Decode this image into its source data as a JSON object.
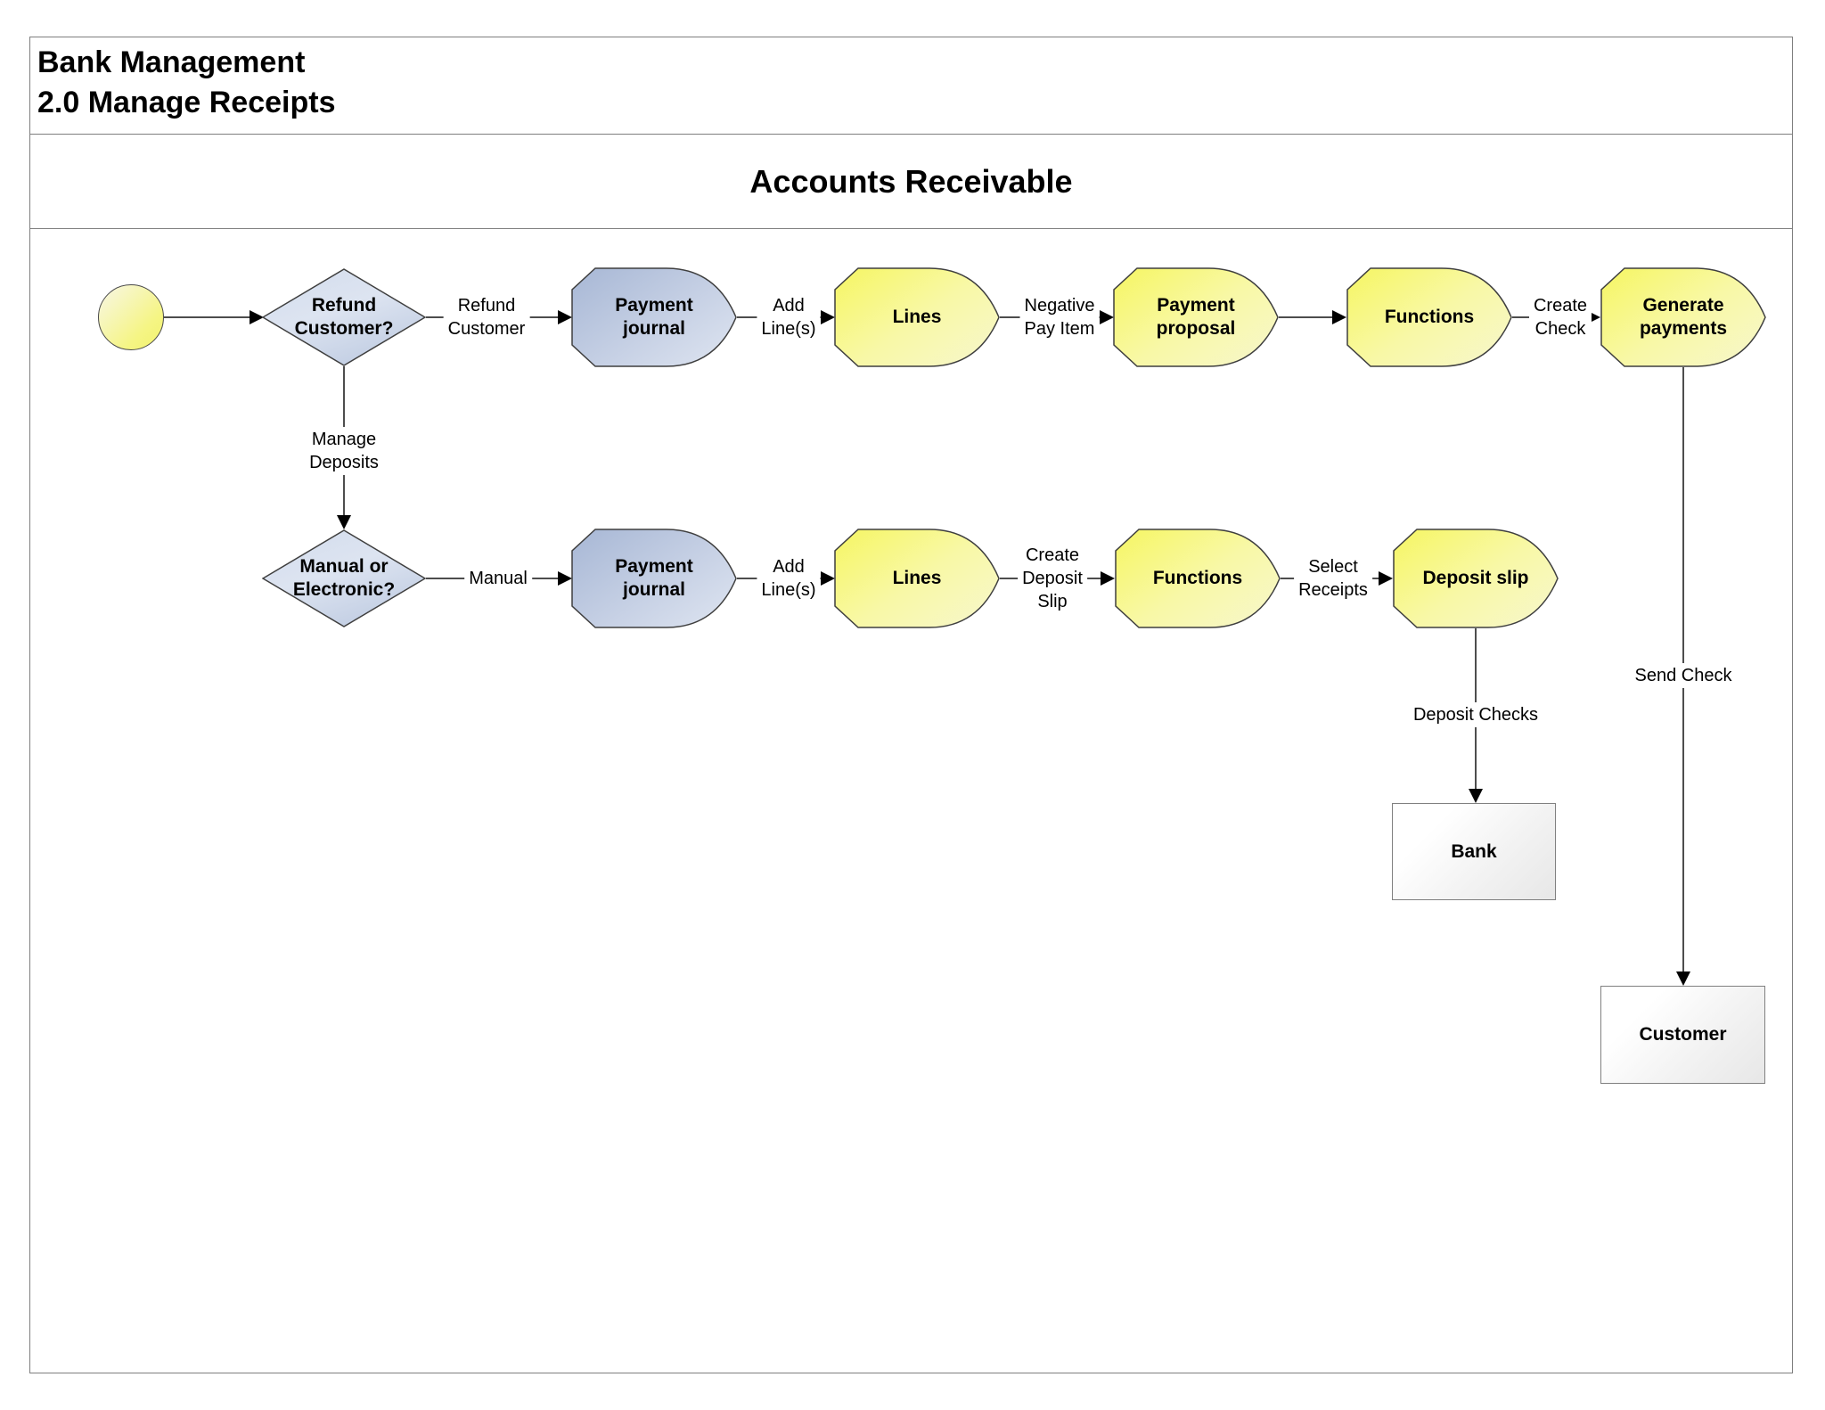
{
  "header": {
    "line1": "Bank Management",
    "line2": "2.0 Manage Receipts"
  },
  "lane": {
    "title": "Accounts Receivable"
  },
  "nodes": {
    "start": {
      "type": "start-circle"
    },
    "refund_decision": {
      "label": "Refund\nCustomer?",
      "type": "decision"
    },
    "payment_journal_1": {
      "label": "Payment\njournal",
      "type": "process"
    },
    "lines_1": {
      "label": "Lines",
      "type": "process"
    },
    "payment_proposal": {
      "label": "Payment\nproposal",
      "type": "process"
    },
    "functions_1": {
      "label": "Functions",
      "type": "process"
    },
    "generate_payments": {
      "label": "Generate\npayments",
      "type": "process"
    },
    "manual_decision": {
      "label": "Manual or\nElectronic?",
      "type": "decision"
    },
    "payment_journal_2": {
      "label": "Payment\njournal",
      "type": "process"
    },
    "lines_2": {
      "label": "Lines",
      "type": "process"
    },
    "functions_2": {
      "label": "Functions",
      "type": "process"
    },
    "deposit_slip": {
      "label": "Deposit slip",
      "type": "process"
    },
    "bank": {
      "label": "Bank",
      "type": "external-entity"
    },
    "customer": {
      "label": "Customer",
      "type": "external-entity"
    }
  },
  "edges": {
    "start_to_refund": {
      "label": ""
    },
    "refund_customer": {
      "label": "Refund\nCustomer"
    },
    "add_lines_1": {
      "label": "Add\nLine(s)"
    },
    "negative_pay_item": {
      "label": "Negative\nPay Item"
    },
    "create_check": {
      "label": "Create\nCheck"
    },
    "manage_deposits": {
      "label": "Manage\nDeposits"
    },
    "manual": {
      "label": "Manual"
    },
    "add_lines_2": {
      "label": "Add\nLine(s)"
    },
    "create_deposit_slip": {
      "label": "Create\nDeposit\nSlip"
    },
    "select_receipts": {
      "label": "Select\nReceipts"
    },
    "deposit_checks": {
      "label": "Deposit Checks"
    },
    "send_check": {
      "label": "Send Check"
    }
  },
  "colors": {
    "process_yellow": "#f6f668",
    "process_yellow_light": "#f8f8c6",
    "process_blue": "#a7b7d5",
    "process_blue_light": "#dbe2ef",
    "decision_fill": "#ccd7e9",
    "start_fill": "#f3f36e",
    "entity_fill": "#eeeeee",
    "connector_line": "#4d4d4d",
    "arrowhead": "#000000",
    "frame_border": "#7f7f7f",
    "text": "#000000"
  }
}
